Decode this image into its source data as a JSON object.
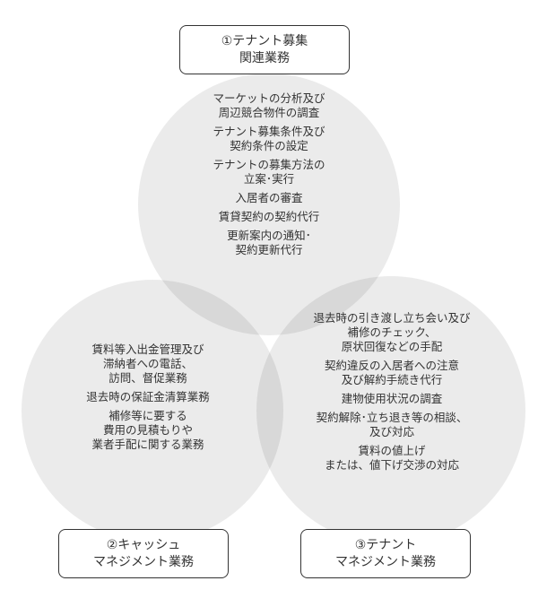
{
  "categories": [
    {
      "title": [
        "①テナント募集",
        "関連業務"
      ],
      "items": [
        [
          "マーケットの分析及び",
          "周辺競合物件の調査"
        ],
        [
          "テナント募集条件及び",
          "契約条件の設定"
        ],
        [
          "テナントの募集方法の",
          "立案･実行"
        ],
        [
          "入居者の審査"
        ],
        [
          "賃貸契約の契約代行"
        ],
        [
          "更新案内の通知･",
          "契約更新代行"
        ]
      ]
    },
    {
      "title": [
        "②キャッシュ",
        "マネジメント業務"
      ],
      "items": [
        [
          "賃料等入出金管理及び",
          "滞納者への電話、",
          "訪問、督促業務"
        ],
        [
          "退去時の保証金清算業務"
        ],
        [
          "補修等に要する",
          "費用の見積もりや",
          "業者手配に関する業務"
        ]
      ]
    },
    {
      "title": [
        "③テナント",
        "マネジメント業務"
      ],
      "items": [
        [
          "退去時の引き渡し立ち会い及び",
          "補修のチェック、",
          "原状回復などの手配"
        ],
        [
          "契約違反の入居者への注意",
          "及び解約手続き代行"
        ],
        [
          "建物使用状況の調査"
        ],
        [
          "契約解除･立ち退き等の相談、",
          "及び対応"
        ],
        [
          "賃料の値上げ",
          "または、値下げ交渉の対応"
        ]
      ]
    }
  ]
}
